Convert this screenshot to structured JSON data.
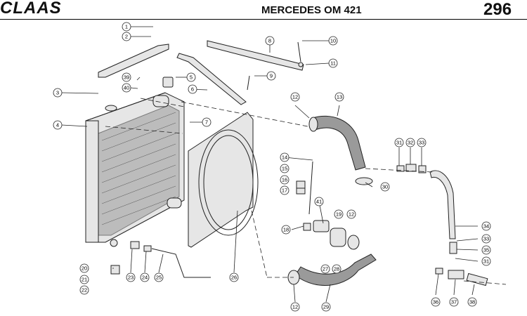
{
  "header": {
    "brand": "CLAAS",
    "model": "MERCEDES OM 421",
    "page_number": "296"
  },
  "callouts": [
    "1",
    "2",
    "3",
    "4",
    "5",
    "6",
    "7",
    "8",
    "9",
    "10",
    "11",
    "12",
    "13",
    "14",
    "15",
    "16",
    "17",
    "18",
    "19",
    "12",
    "20",
    "21",
    "22",
    "23",
    "24",
    "25",
    "26",
    "27",
    "28",
    "12",
    "29",
    "30",
    "31",
    "32",
    "33",
    "34",
    "33",
    "35",
    "31",
    "36",
    "37",
    "38",
    "39",
    "40",
    "41"
  ]
}
